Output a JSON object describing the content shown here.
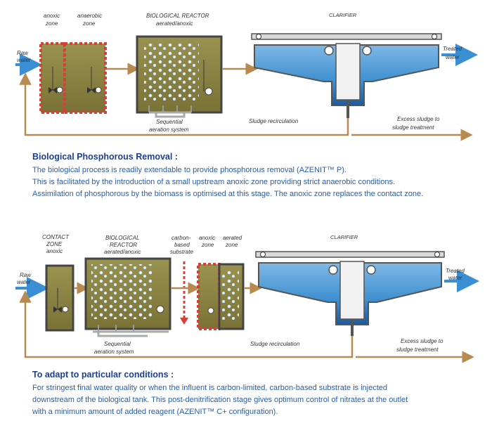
{
  "diagram1": {
    "raw_water": [
      "Raw",
      "water"
    ],
    "anoxic_zone": [
      "anoxic",
      "zone"
    ],
    "anaerobic_zone": [
      "anaerobic",
      "zone"
    ],
    "reactor_title": "BIOLOGICAL REACTOR",
    "reactor_subtitle": "aerated/anoxic",
    "clarifier": "CLARIFIER",
    "treated_water": [
      "Treated",
      "water"
    ],
    "sequential_aeration": [
      "Sequential",
      "aeration system"
    ],
    "sludge_recirculation": "Sludge recirculation",
    "excess_sludge": [
      "Excess sludge to",
      "sludge treatment"
    ]
  },
  "section1": {
    "heading": "Biological Phosphorous Removal :",
    "lines": [
      "The biological process is readily extendable to provide phosphorous removal (AZENIT™ P).",
      "This is facilitated by the introduction of a small upstream anoxic zone providing strict anaerobic conditions.",
      "Assimilation of phosphorous by the biomass is optimised at this stage. The anoxic zone replaces the contact zone."
    ]
  },
  "diagram2": {
    "contact_zone": [
      "CONTACT",
      "ZONE",
      "anoxic"
    ],
    "raw_water": [
      "Raw",
      "water"
    ],
    "reactor_title": [
      "BIOLOGICAL",
      "REACTOR"
    ],
    "reactor_subtitle": "aerated/anoxic",
    "carbon_substrate": [
      "carbon-",
      "based",
      "substrate"
    ],
    "anoxic_zone": [
      "anoxic",
      "zone"
    ],
    "aerated_zone": [
      "aerated",
      "zone"
    ],
    "clarifier": "CLARIFIER",
    "treated_water": [
      "Treated",
      "water"
    ],
    "sequential_aeration": [
      "Sequential",
      "aeration system"
    ],
    "sludge_recirculation": "Sludge recirculation",
    "excess_sludge": [
      "Excess sludge to",
      "sludge treatment"
    ]
  },
  "section2": {
    "heading": "To adapt to particular conditions :",
    "lines": [
      "For stringest final water quality or when the influent is carbon-limited, carbon-based substrate is injected",
      "downstream of the biological tank. This post-denitrification stage gives optimum control of nitrates at the outlet",
      "with a minimum amount of added reagent (AZENIT™ C+ configuration)."
    ]
  },
  "colors": {
    "liquid": "#8a8142",
    "hatch_red": "#d6403a",
    "pipe": "#b88a52",
    "water_blue": "#3a8fd4",
    "heading_blue": "#1a3f93",
    "text_blue": "#2a5da8"
  }
}
